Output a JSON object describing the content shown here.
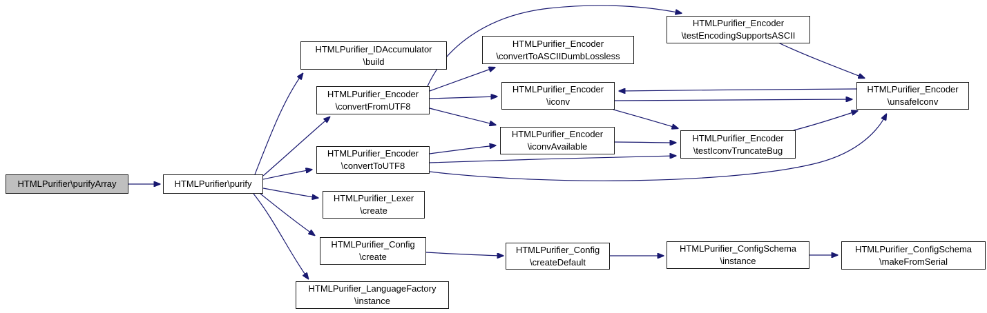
{
  "diagram": {
    "type": "call-graph",
    "background_color": "#ffffff",
    "edge_color": "#191970",
    "node_fill": "#ffffff",
    "node_border_color": "#1a1a1a",
    "focus_node_fill": "#bfbfbf"
  },
  "nodes": {
    "purify_array": {
      "line1": "HTMLPurifier\\purifyArray"
    },
    "purify": {
      "line1": "HTMLPurifier\\purify"
    },
    "id_accumulator_build": {
      "line1": "HTMLPurifier_IDAccumulator",
      "line2": "\\build"
    },
    "convert_from_utf8": {
      "line1": "HTMLPurifier_Encoder",
      "line2": "\\convertFromUTF8"
    },
    "convert_to_ascii_dumb_lossless": {
      "line1": "HTMLPurifier_Encoder",
      "line2": "\\convertToASCIIDumbLossless"
    },
    "test_encoding_supports_ascii": {
      "line1": "HTMLPurifier_Encoder",
      "line2": "\\testEncodingSupportsASCII"
    },
    "iconv": {
      "line1": "HTMLPurifier_Encoder",
      "line2": "\\iconv"
    },
    "iconv_available": {
      "line1": "HTMLPurifier_Encoder",
      "line2": "\\iconvAvailable"
    },
    "test_iconv_truncate_bug": {
      "line1": "HTMLPurifier_Encoder",
      "line2": "\\testIconvTruncateBug"
    },
    "unsafe_iconv": {
      "line1": "HTMLPurifier_Encoder",
      "line2": "\\unsafeIconv"
    },
    "convert_to_utf8": {
      "line1": "HTMLPurifier_Encoder",
      "line2": "\\convertToUTF8"
    },
    "lexer_create": {
      "line1": "HTMLPurifier_Lexer",
      "line2": "\\create"
    },
    "config_create": {
      "line1": "HTMLPurifier_Config",
      "line2": "\\create"
    },
    "language_factory_instance": {
      "line1": "HTMLPurifier_LanguageFactory",
      "line2": "\\instance"
    },
    "config_create_default": {
      "line1": "HTMLPurifier_Config",
      "line2": "\\createDefault"
    },
    "config_schema_instance": {
      "line1": "HTMLPurifier_ConfigSchema",
      "line2": "\\instance"
    },
    "config_schema_make_from_serial": {
      "line1": "HTMLPurifier_ConfigSchema",
      "line2": "\\makeFromSerial"
    }
  },
  "edges": [
    {
      "from": "purify_array",
      "to": "purify"
    },
    {
      "from": "purify",
      "to": "id_accumulator_build"
    },
    {
      "from": "purify",
      "to": "convert_from_utf8"
    },
    {
      "from": "purify",
      "to": "convert_to_utf8"
    },
    {
      "from": "purify",
      "to": "lexer_create"
    },
    {
      "from": "purify",
      "to": "config_create"
    },
    {
      "from": "purify",
      "to": "language_factory_instance"
    },
    {
      "from": "convert_from_utf8",
      "to": "convert_to_ascii_dumb_lossless"
    },
    {
      "from": "convert_from_utf8",
      "to": "test_encoding_supports_ascii"
    },
    {
      "from": "convert_from_utf8",
      "to": "iconv"
    },
    {
      "from": "convert_from_utf8",
      "to": "iconv_available"
    },
    {
      "from": "convert_to_utf8",
      "to": "iconv_available"
    },
    {
      "from": "convert_to_utf8",
      "to": "test_iconv_truncate_bug"
    },
    {
      "from": "convert_to_utf8",
      "to": "unsafe_iconv"
    },
    {
      "from": "iconv",
      "to": "test_iconv_truncate_bug"
    },
    {
      "from": "iconv",
      "to": "unsafe_iconv"
    },
    {
      "from": "unsafe_iconv",
      "to": "iconv"
    },
    {
      "from": "iconv_available",
      "to": "test_iconv_truncate_bug"
    },
    {
      "from": "test_iconv_truncate_bug",
      "to": "unsafe_iconv"
    },
    {
      "from": "test_encoding_supports_ascii",
      "to": "unsafe_iconv"
    },
    {
      "from": "config_create",
      "to": "config_create_default"
    },
    {
      "from": "config_create_default",
      "to": "config_schema_instance"
    },
    {
      "from": "config_schema_instance",
      "to": "config_schema_make_from_serial"
    }
  ]
}
